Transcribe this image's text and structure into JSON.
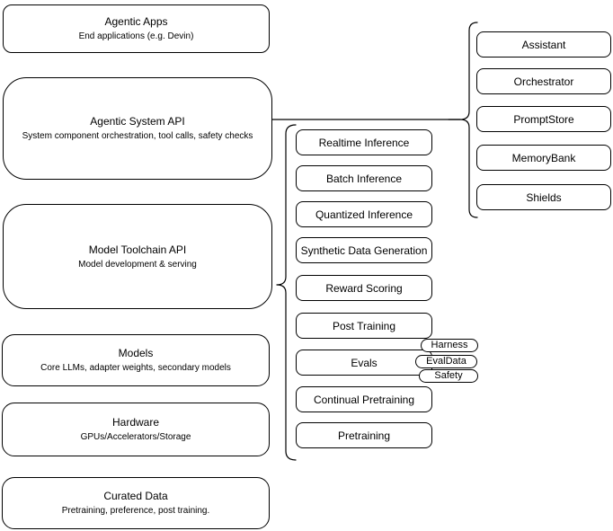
{
  "diagram": {
    "left_stack": [
      {
        "title": "Agentic Apps",
        "subtitle": "End applications (e.g. Devin)"
      },
      {
        "title": "Agentic System API",
        "subtitle": "System component orchestration, tool calls, safety checks"
      },
      {
        "title": "Model Toolchain API",
        "subtitle": "Model development & serving"
      },
      {
        "title": "Models",
        "subtitle": "Core LLMs, adapter weights, secondary models"
      },
      {
        "title": "Hardware",
        "subtitle": "GPUs/Accelerators/Storage"
      },
      {
        "title": "Curated Data",
        "subtitle": "Pretraining, preference, post training."
      }
    ],
    "toolchain_items": [
      {
        "label": "Realtime Inference"
      },
      {
        "label": "Batch Inference"
      },
      {
        "label": "Quantized Inference"
      },
      {
        "label": "Synthetic Data Generation"
      },
      {
        "label": "Reward Scoring"
      },
      {
        "label": "Post Training"
      },
      {
        "label": "Evals"
      },
      {
        "label": "Continual Pretraining"
      },
      {
        "label": "Pretraining"
      }
    ],
    "eval_tags": [
      {
        "label": "Harness"
      },
      {
        "label": "EvalData"
      },
      {
        "label": "Safety"
      }
    ],
    "system_components": [
      {
        "label": "Assistant"
      },
      {
        "label": "Orchestrator"
      },
      {
        "label": "PromptStore"
      },
      {
        "label": "MemoryBank"
      },
      {
        "label": "Shields"
      }
    ],
    "colors": {
      "stroke": "#000000",
      "box_fill": "#ffffff",
      "text": "#000000",
      "background": "#ffffff"
    }
  }
}
